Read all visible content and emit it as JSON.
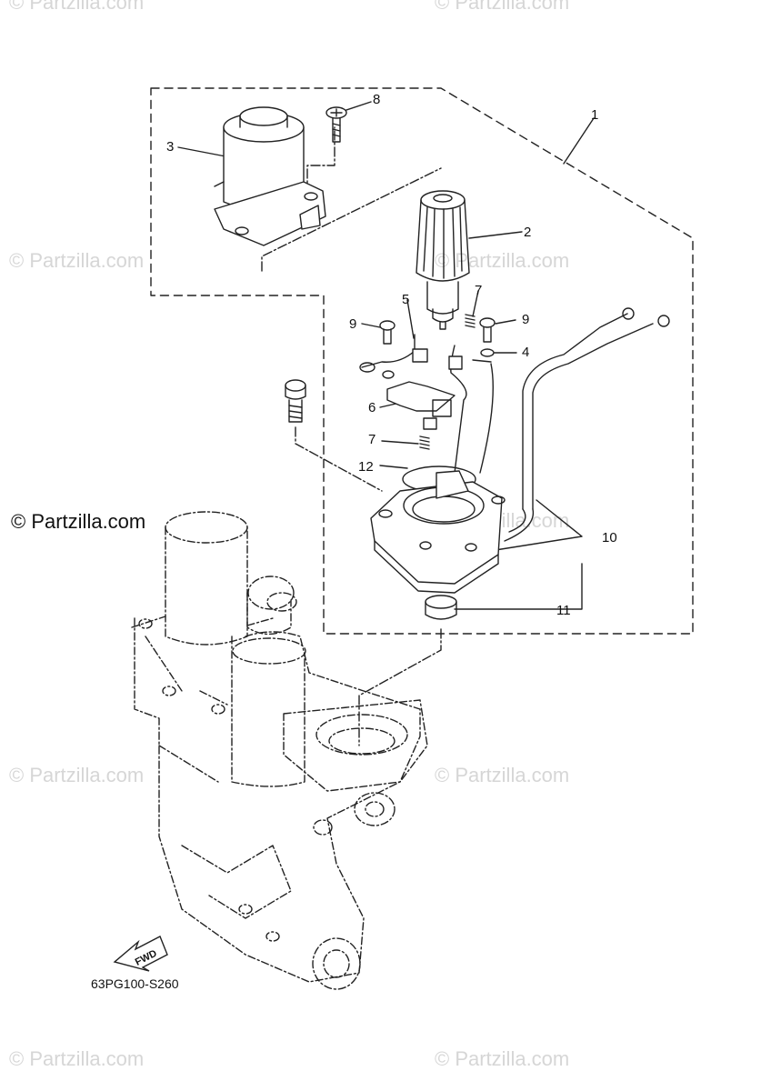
{
  "watermark": {
    "faint_text": "© Partzilla.com",
    "main_text": "© Partzilla.com"
  },
  "diagram_code": "63PG100-S260",
  "fwd_label": "FWD",
  "callouts": [
    {
      "id": "c1",
      "label": "1"
    },
    {
      "id": "c2",
      "label": "2"
    },
    {
      "id": "c3",
      "label": "3"
    },
    {
      "id": "c4",
      "label": "4"
    },
    {
      "id": "c5",
      "label": "5"
    },
    {
      "id": "c6",
      "label": "6"
    },
    {
      "id": "c7a",
      "label": "7"
    },
    {
      "id": "c7b",
      "label": "7"
    },
    {
      "id": "c8",
      "label": "8"
    },
    {
      "id": "c9a",
      "label": "9"
    },
    {
      "id": "c9b",
      "label": "9"
    },
    {
      "id": "c10",
      "label": "10"
    },
    {
      "id": "c11",
      "label": "11"
    },
    {
      "id": "c12",
      "label": "12"
    }
  ],
  "colors": {
    "line": "#222222",
    "watermark": "#d6d6d6"
  }
}
